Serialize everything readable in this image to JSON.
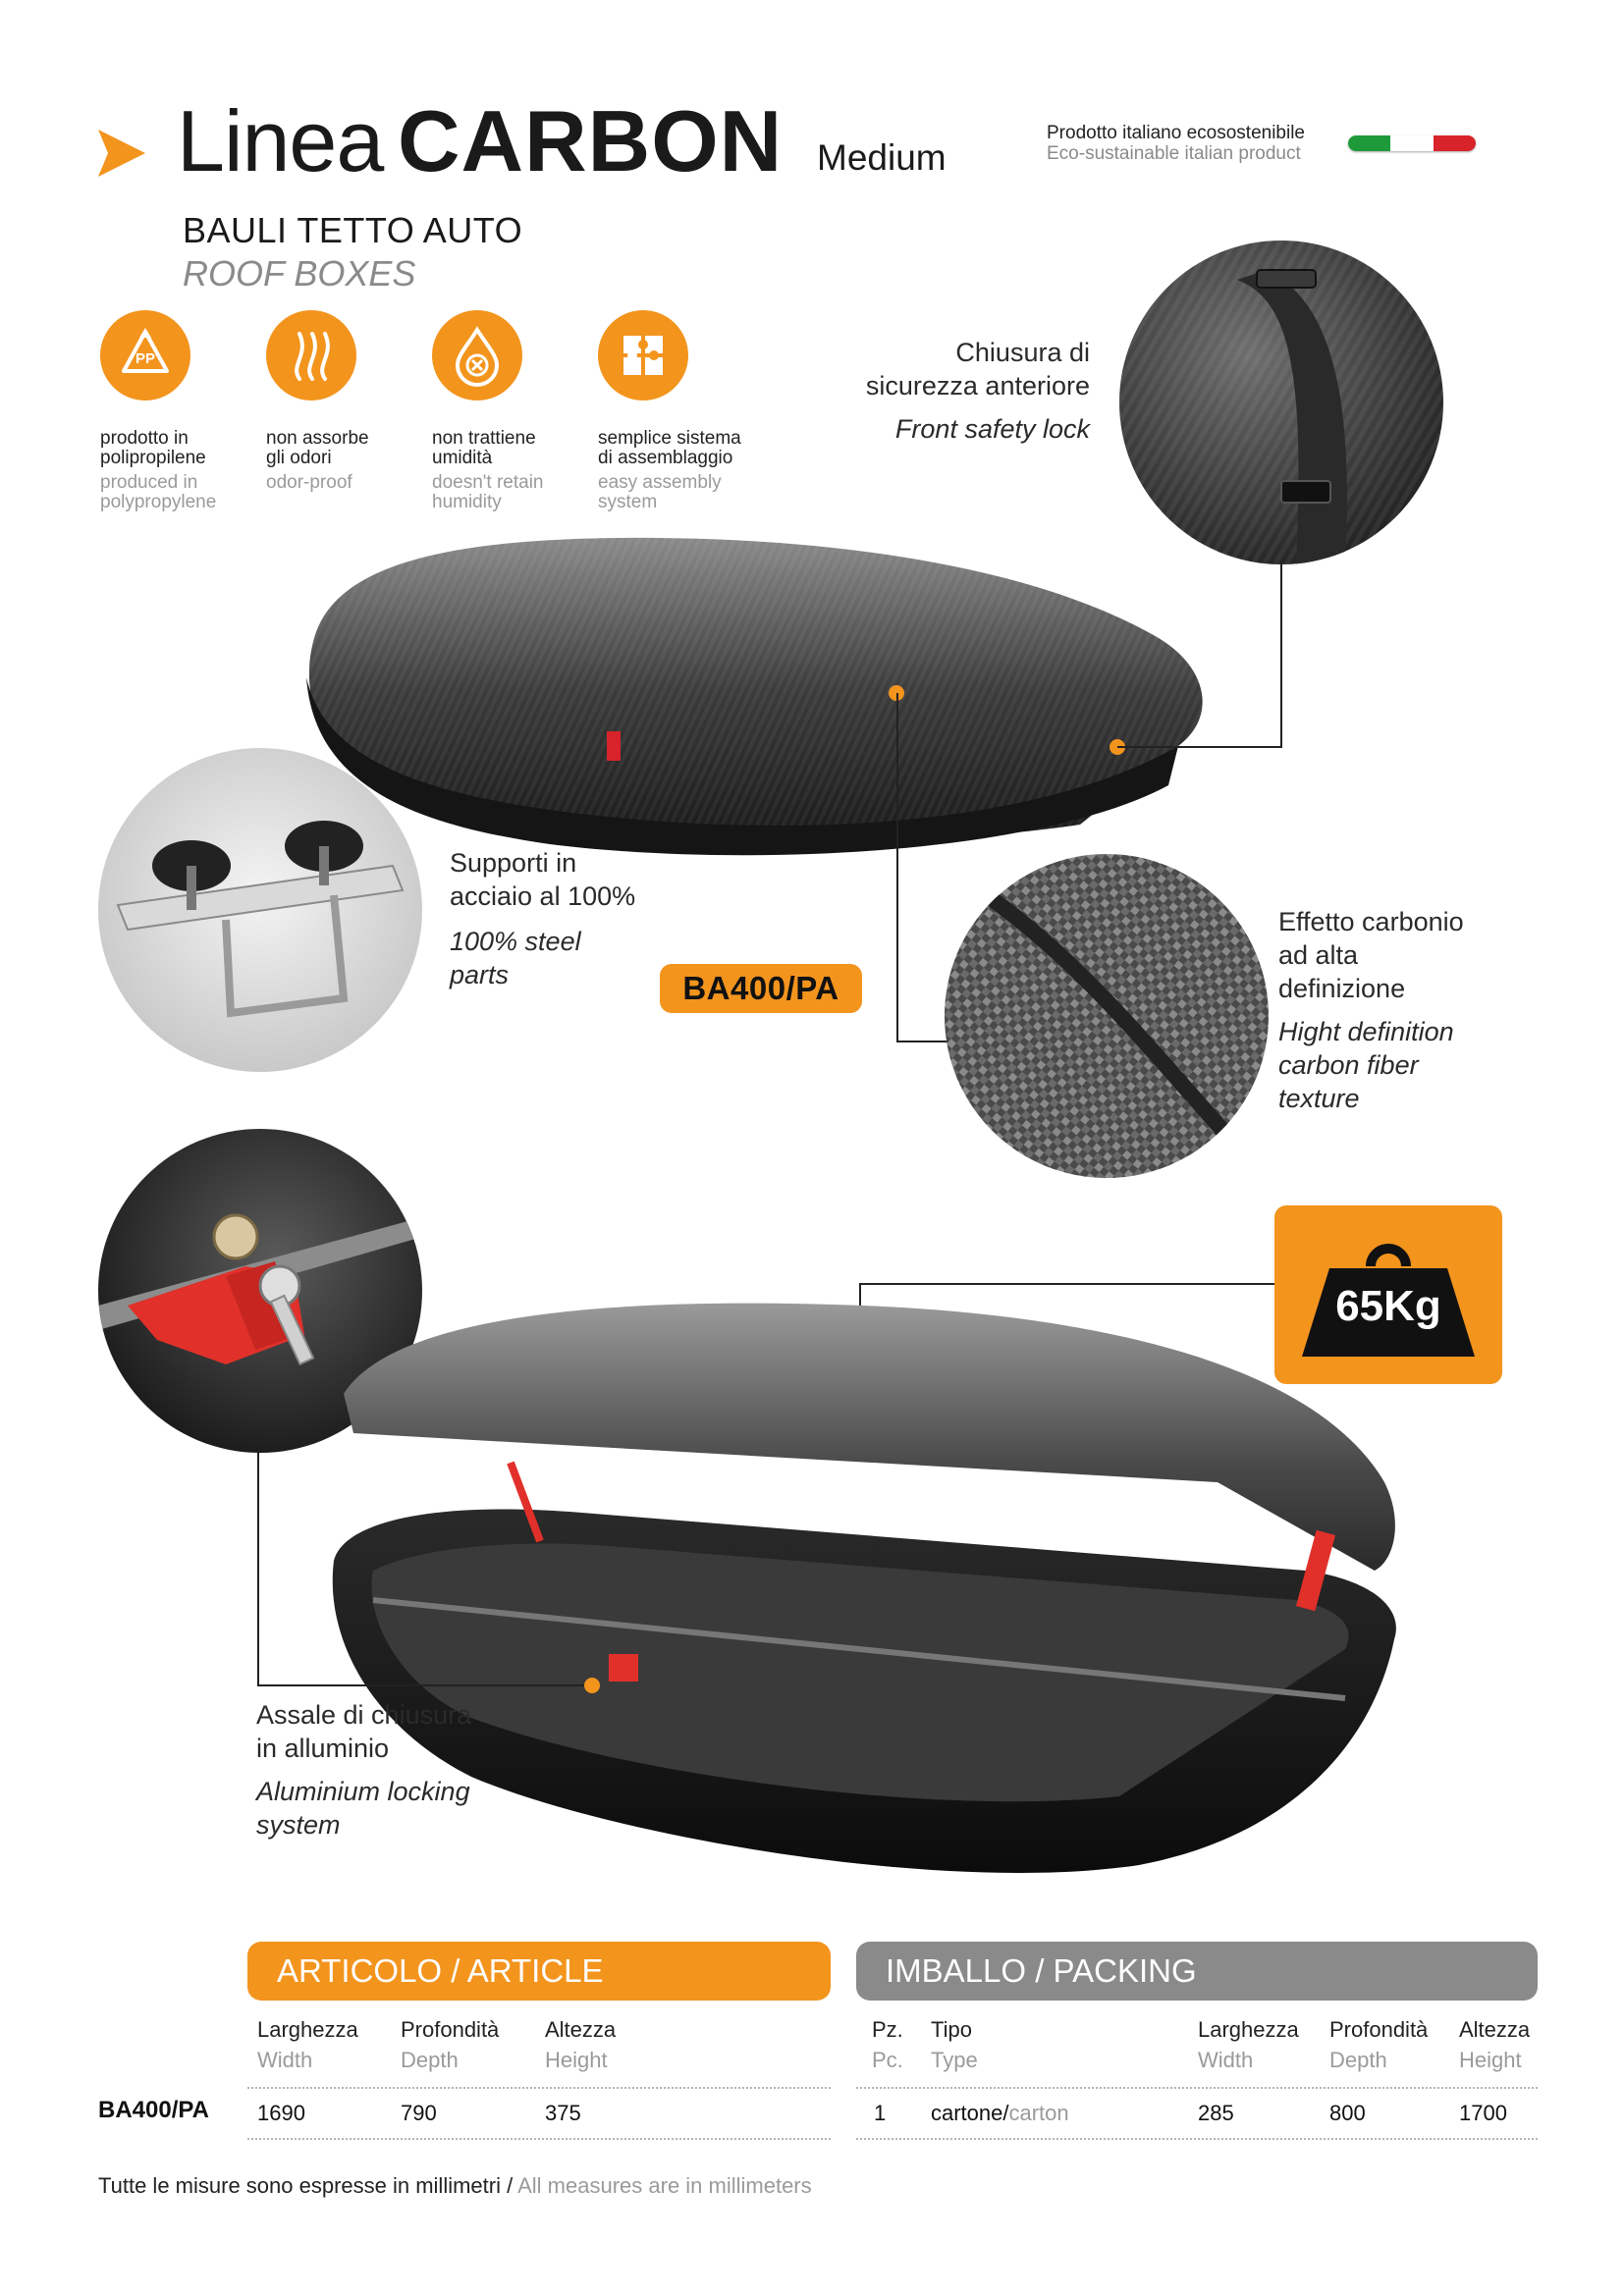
{
  "header": {
    "title_light": "Linea",
    "title_bold": "CARBON",
    "size": "Medium",
    "eco_it": "Prodotto italiano ecosostenibile",
    "eco_en": "Eco-sustainable italian product",
    "subtitle_it": "BAULI TETTO AUTO",
    "subtitle_en": "ROOF BOXES",
    "flag_colors": [
      "#1f9a3a",
      "#ffffff",
      "#d8232a"
    ]
  },
  "features": [
    {
      "icon": "recycle-pp-icon",
      "symbol": "PP",
      "it": "prodotto in\npolipropilene",
      "en": "produced in\npolypropylene"
    },
    {
      "icon": "odor-icon",
      "it": "non assorbe\ngli odori",
      "en": "odor-proof"
    },
    {
      "icon": "humidity-icon",
      "it": "non trattiene\numidità",
      "en": "doesn't retain\nhumidity"
    },
    {
      "icon": "puzzle-icon",
      "it": "semplice sistema\ndi assemblaggio",
      "en": "easy assembly\nsystem"
    }
  ],
  "callouts": {
    "lock": {
      "it": "Chiusura di\nsicurezza anteriore",
      "en": "Front safety lock"
    },
    "supports": {
      "it": "Supporti in\nacciaio al 100%",
      "en": "100% steel\nparts"
    },
    "carbon": {
      "it": "Effetto carbonio\nad alta\ndefinizione",
      "en": "Hight definition\ncarbon fiber\ntexture"
    },
    "axle": {
      "it": "Assale di chiusura\nin alluminio",
      "en": "Aluminium locking\nsystem"
    }
  },
  "model_code": "BA400/PA",
  "max_load": "65Kg",
  "accent_color": "#f3941d",
  "article_table": {
    "header": "ARTICOLO / ARTICLE",
    "columns": [
      {
        "it": "Larghezza",
        "en": "Width"
      },
      {
        "it": "Profondità",
        "en": "Depth"
      },
      {
        "it": "Altezza",
        "en": "Height"
      }
    ],
    "row_label": "BA400/PA",
    "values": [
      "1690",
      "790",
      "375"
    ]
  },
  "packing_table": {
    "header": "IMBALLO / PACKING",
    "columns": [
      {
        "it": "Pz.",
        "en": "Pc."
      },
      {
        "it": "Tipo",
        "en": "Type"
      },
      {
        "it": "Larghezza",
        "en": "Width"
      },
      {
        "it": "Profondità",
        "en": "Depth"
      },
      {
        "it": "Altezza",
        "en": "Height"
      }
    ],
    "values": {
      "pc": "1",
      "type_it": "cartone/",
      "type_en": "carton",
      "width": "285",
      "depth": "800",
      "height": "1700"
    }
  },
  "footer": {
    "it": "Tutte le misure sono espresse in millimetri / ",
    "en": "All measures are in millimeters"
  }
}
